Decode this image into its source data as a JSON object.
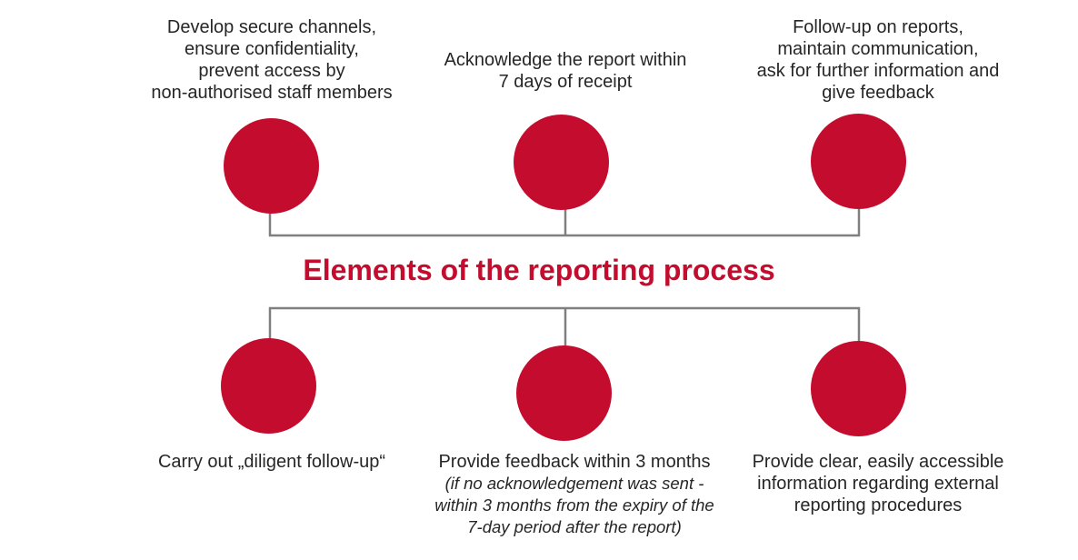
{
  "title": "Elements of the reporting process",
  "colors": {
    "accent": "#c40d2e",
    "line": "#7f7f7f",
    "text": "#262626"
  },
  "top_items": [
    {
      "lines": [
        "Develop secure channels,",
        "ensure confidentiality,",
        "prevent access by",
        "non-authorised staff members"
      ]
    },
    {
      "lines": [
        "Acknowledge the report within",
        "7 days of receipt"
      ]
    },
    {
      "lines": [
        "Follow-up on reports,",
        "maintain communication,",
        "ask for further information and",
        "give feedback"
      ]
    }
  ],
  "bottom_items": [
    {
      "lines": [
        "Carry out „diligent follow-up“"
      ],
      "note_lines": []
    },
    {
      "lines": [
        "Provide feedback within 3 months"
      ],
      "note_lines": [
        "(if no acknowledgement was sent -",
        "within 3 months from the expiry of the",
        "7-day period after the report)"
      ]
    },
    {
      "lines": [
        "Provide clear, easily accessible",
        "information regarding external",
        "reporting procedures"
      ],
      "note_lines": []
    }
  ]
}
